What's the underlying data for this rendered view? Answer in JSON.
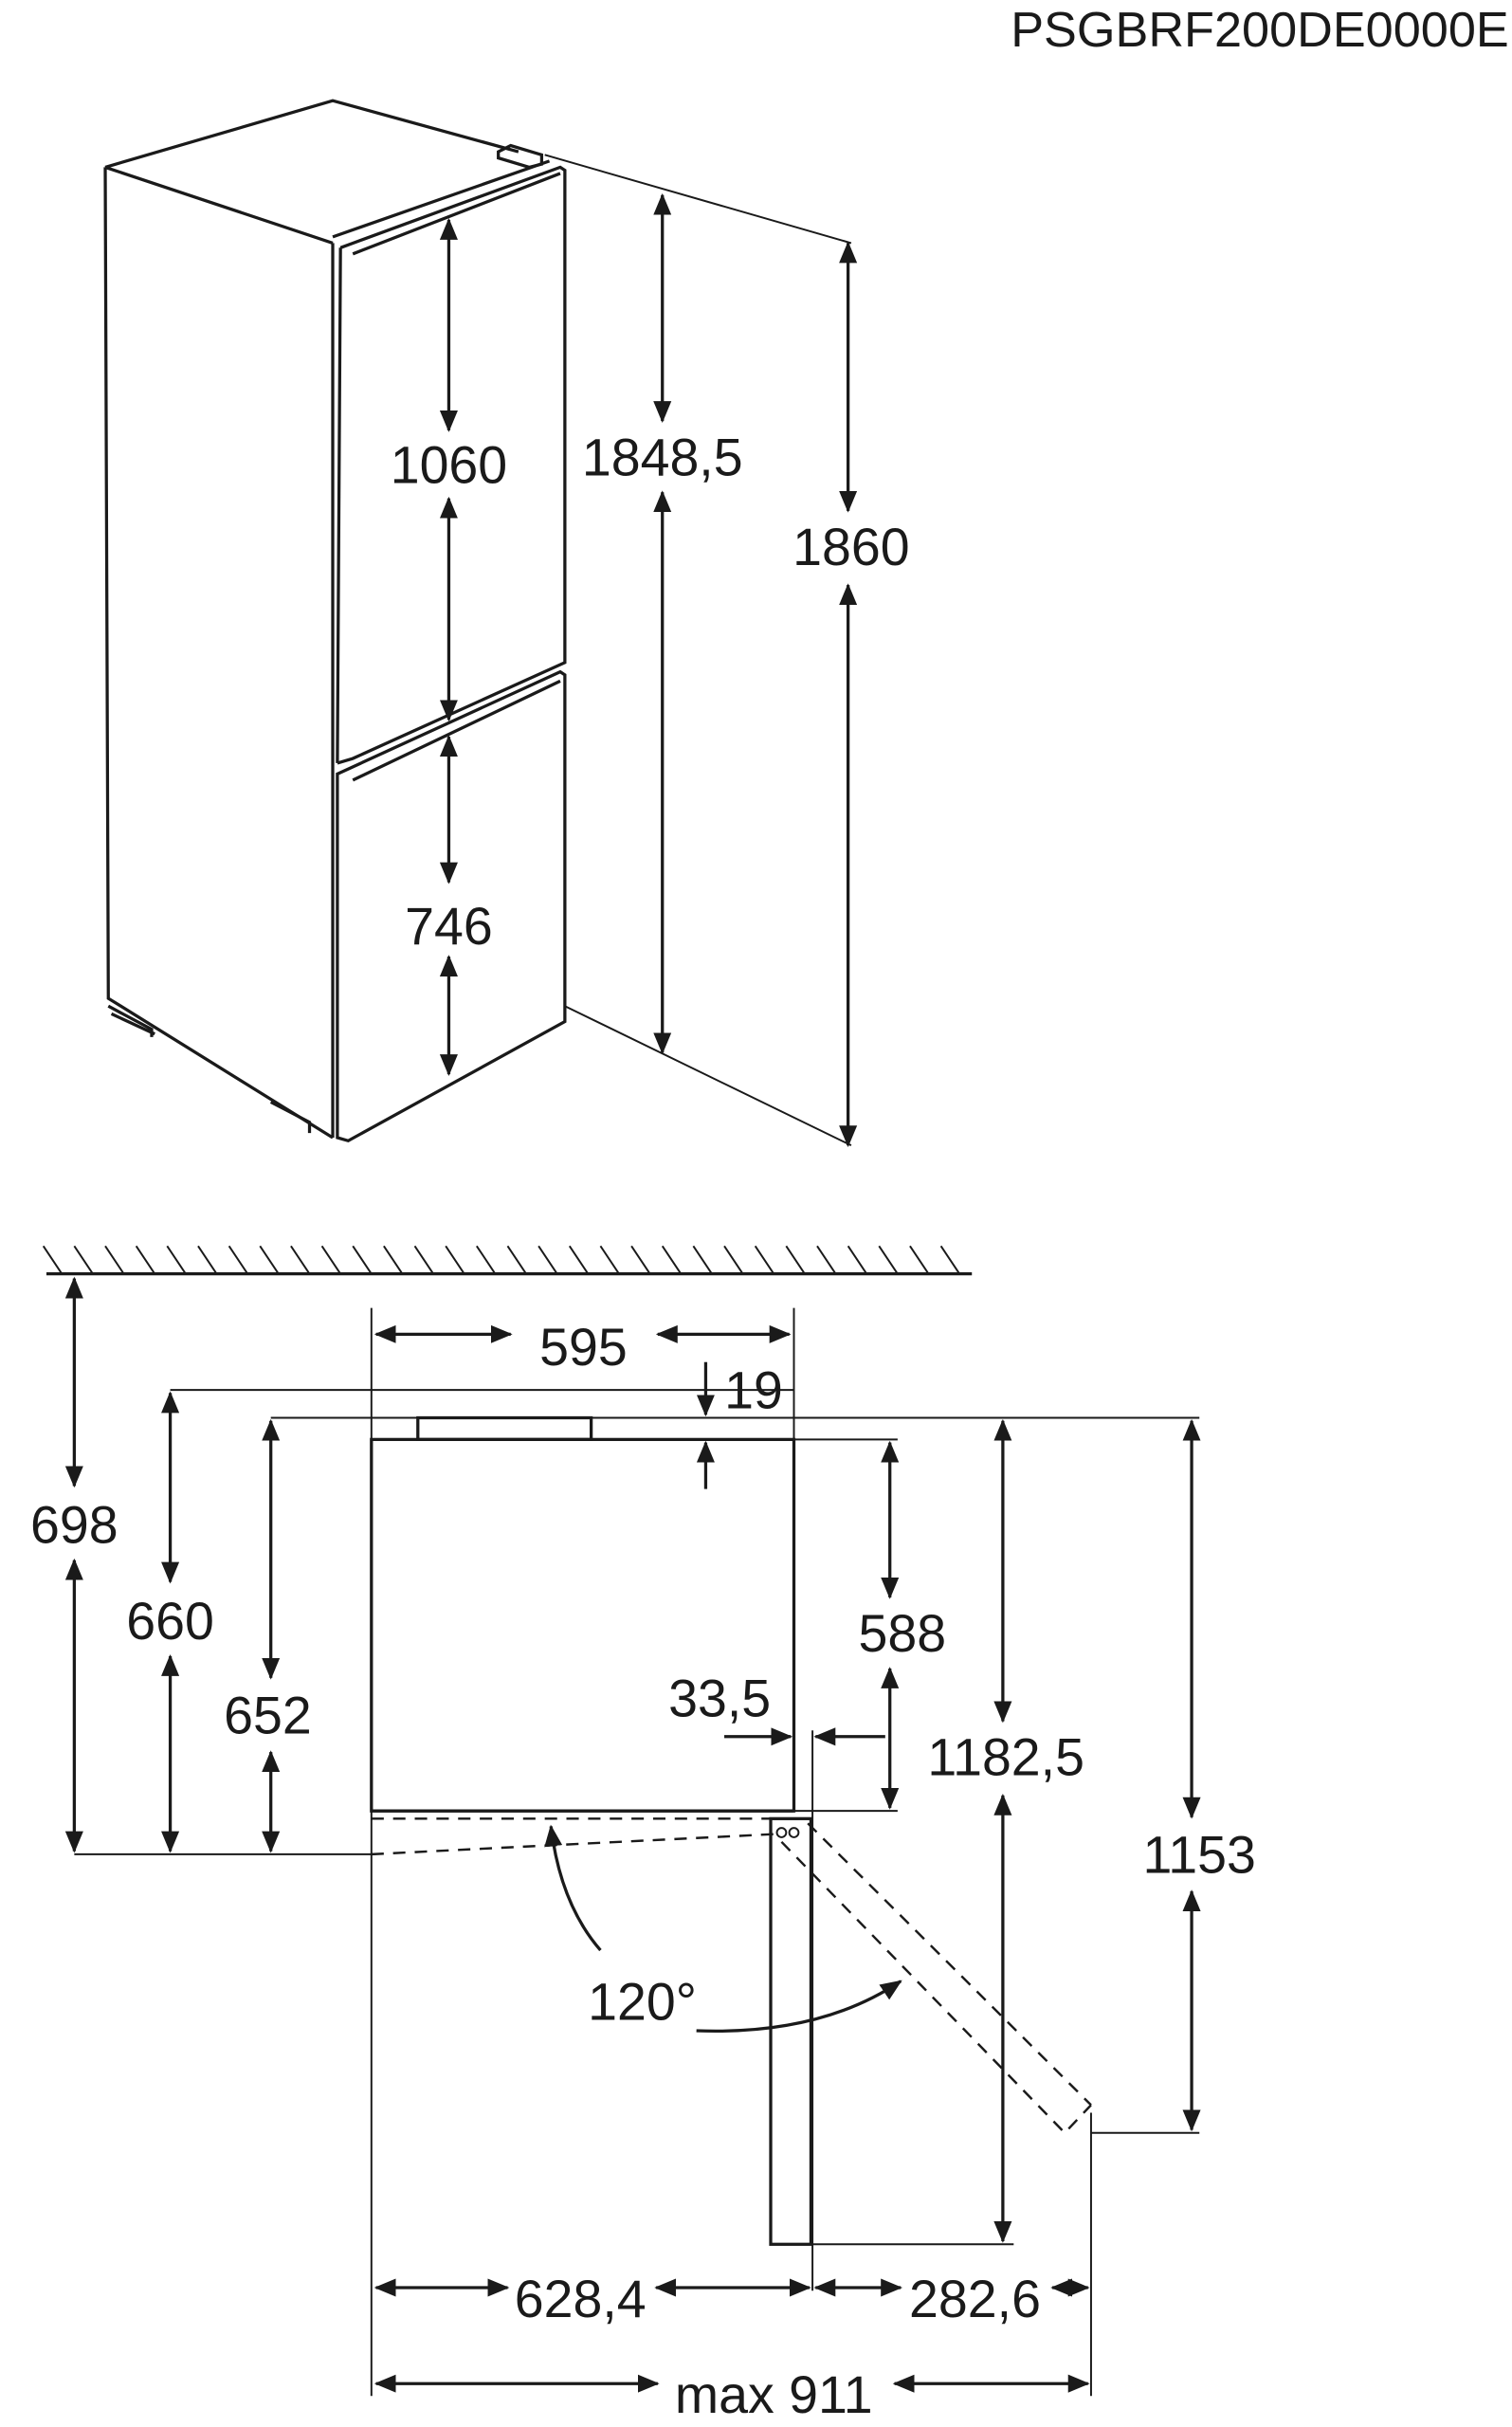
{
  "title": "PSGBRF200DE0000E",
  "front_view": {
    "upper_door_height": "1060",
    "lower_door_height": "746",
    "cabinet_height": "1848,5",
    "total_height": "1860"
  },
  "top_view": {
    "width": "595",
    "hinge_offset": "19",
    "depth_to_wall": "698",
    "depth_with_spacer": "660",
    "depth_with_handle": "652",
    "cabinet_depth": "588",
    "door_offset": "33,5",
    "depth_door_open_90": "1182,5",
    "depth_door_open_120": "1153",
    "door_angle": "120°",
    "width_door_open": "628,4",
    "door_swing_extra": "282,6",
    "max_width": "max 911"
  }
}
